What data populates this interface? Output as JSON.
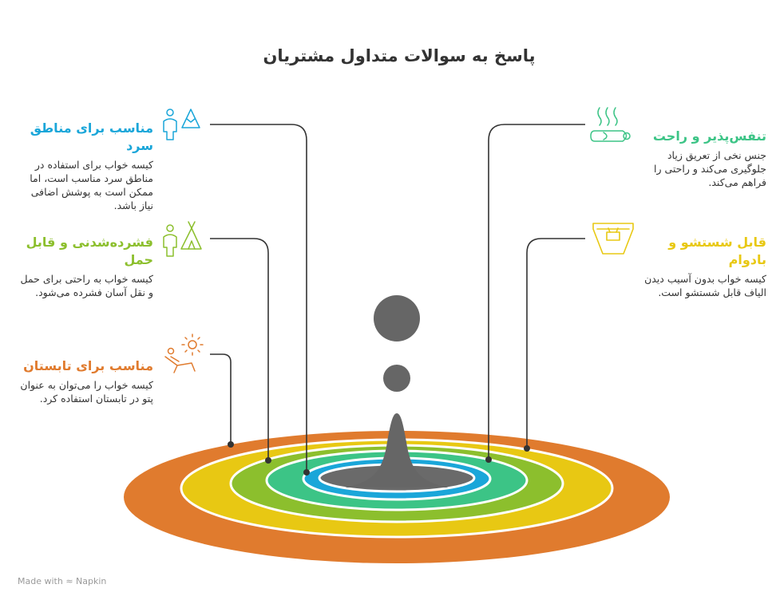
{
  "title": "پاسخ به سوالات متداول مشتریان",
  "colors": {
    "cold": "#1aa6d9",
    "compress": "#8cbf2d",
    "summer": "#e07b2e",
    "breathable": "#3cc486",
    "washable": "#e8c813",
    "drop": "#666666",
    "line": "#333333"
  },
  "items": {
    "cold": {
      "heading": "مناسب برای مناطق سرد",
      "body": "کیسه خواب برای استفاده در مناطق سرد مناسب است، اما ممکن است به پوشش اضافی نیاز باشد."
    },
    "compress": {
      "heading": "فشرده‌شدنی و قابل حمل",
      "body": "کیسه خواب به راحتی برای حمل و نقل آسان فشرده می‌شود."
    },
    "summer": {
      "heading": "مناسب برای تابستان",
      "body": "کیسه خواب را می‌توان به عنوان پتو در تابستان استفاده کرد."
    },
    "breathable": {
      "heading": "تنفس‌پذیر و راحت",
      "body": "جنس نخی از تعریق زیاد جلوگیری می‌کند و راحتی را فراهم می‌کند."
    },
    "washable": {
      "heading": "قابل شستشو و بادوام",
      "body": "کیسه خواب بدون آسیب دیدن الیاف قابل شستشو است."
    }
  },
  "footer": {
    "made_with": "Made with",
    "brand": "Napkin"
  }
}
